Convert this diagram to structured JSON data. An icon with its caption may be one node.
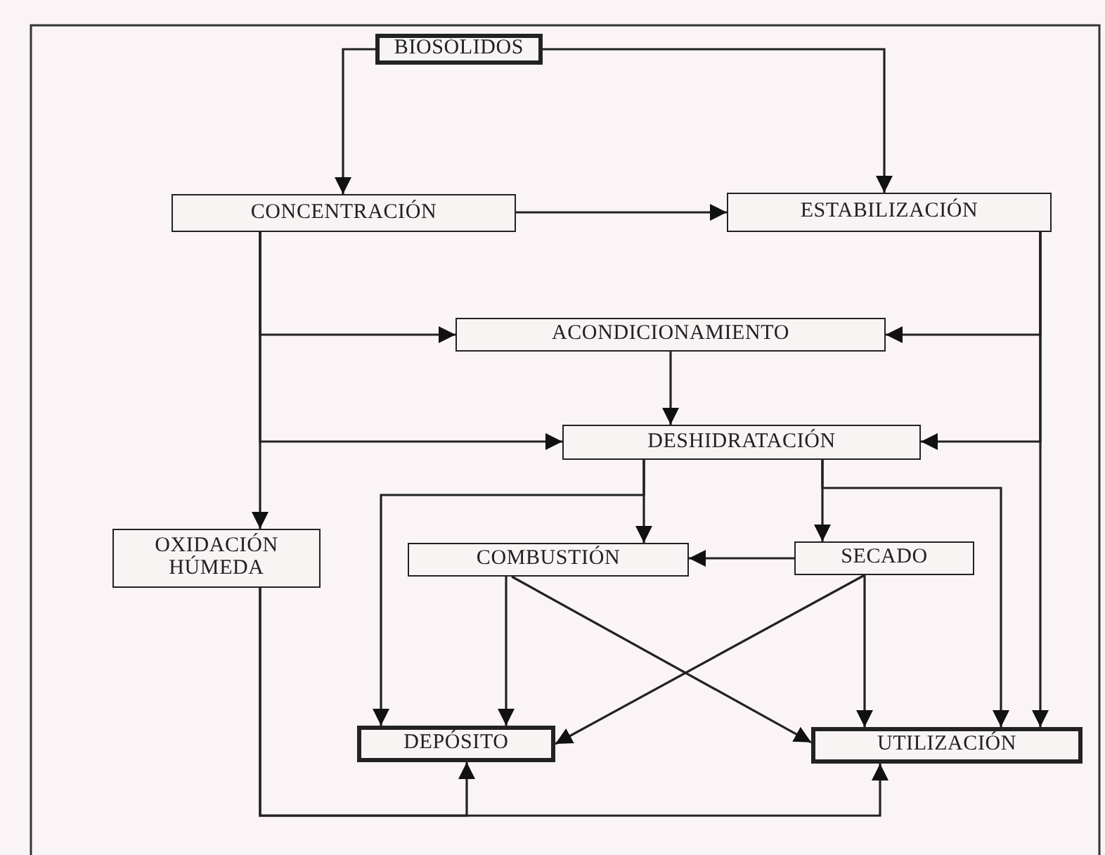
{
  "diagram": {
    "nodes": [
      {
        "text": [
          "BIOSÓLIDOS"
        ]
      },
      {
        "text": [
          "CONCENTRACIÓN"
        ]
      },
      {
        "text": [
          "ESTABILIZACIÓN"
        ]
      },
      {
        "text": [
          "ACONDICIONAMIENTO"
        ]
      },
      {
        "text": [
          "DESHIDRATACIÓN"
        ]
      },
      {
        "text": [
          "OXIDACIÓN HÚMEDA"
        ]
      },
      {
        "text": [
          "COMBUSTIÓN"
        ]
      },
      {
        "text": [
          "SECADO"
        ]
      },
      {
        "text": [
          "DEPÓSITO"
        ]
      },
      {
        "text": [
          "UTILIZACIÓN"
        ]
      }
    ],
    "edges": [
      {
        "from": 0,
        "to": 1,
        "arrow": "to"
      },
      {
        "from": 0,
        "to": 2,
        "arrow": "to"
      },
      {
        "from": 1,
        "to": 2,
        "arrow": "to"
      },
      {
        "from": 1,
        "to": 3,
        "arrow": "to"
      },
      {
        "from": 1,
        "to": 4,
        "arrow": "to"
      },
      {
        "from": 1,
        "to": 5,
        "arrow": "to"
      },
      {
        "from": 2,
        "to": 3,
        "arrow": "to"
      },
      {
        "from": 2,
        "to": 4,
        "arrow": "to"
      },
      {
        "from": 2,
        "to": 9,
        "arrow": "to"
      },
      {
        "from": 3,
        "to": 4,
        "arrow": "to"
      },
      {
        "from": 4,
        "to": 6,
        "arrow": "to"
      },
      {
        "from": 4,
        "to": 7,
        "arrow": "to"
      },
      {
        "from": 4,
        "to": 8,
        "arrow": "to"
      },
      {
        "from": 4,
        "to": 9,
        "arrow": "to"
      },
      {
        "from": 7,
        "to": 6,
        "arrow": "to"
      },
      {
        "from": 6,
        "to": 8,
        "arrow": "to"
      },
      {
        "from": 6,
        "to": 9,
        "arrow": "to"
      },
      {
        "from": 7,
        "to": 8,
        "arrow": "to"
      },
      {
        "from": 7,
        "to": 9,
        "arrow": "to"
      },
      {
        "from": 5,
        "to": 8,
        "arrow": "to"
      },
      {
        "from": 5,
        "to": 9,
        "arrow": "to"
      }
    ]
  }
}
